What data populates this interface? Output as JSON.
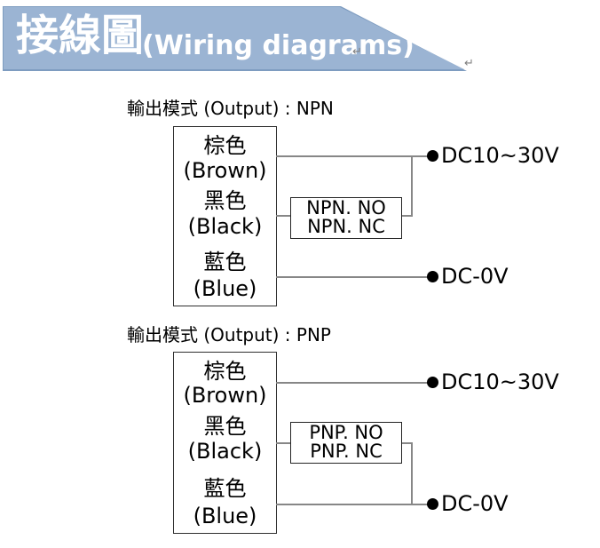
{
  "header": {
    "title_zh": "接線圖",
    "title_en": "(Wiring diagrams)",
    "paragraph_mark": "↵"
  },
  "colors": {
    "banner": "#9bb4d3",
    "banner_edge": "#7e9cc0",
    "wire": "#878787",
    "box_border": "#2f2f2f",
    "terminal_dot": "#000000",
    "header_text": "#ffffff"
  },
  "diagrams": [
    {
      "title": "輸出模式 (Output) : NPN",
      "terminals": [
        {
          "zh": "棕色",
          "en": "(Brown)"
        },
        {
          "zh": "黑色",
          "en": "(Black)"
        },
        {
          "zh": "藍色",
          "en": "(Blue)"
        }
      ],
      "output_modes": [
        "NPN. NO",
        "NPN. NC"
      ],
      "supply_positive": "DC10~30V",
      "supply_negative": "DC-0V"
    },
    {
      "title": "輸出模式 (Output) : PNP",
      "terminals": [
        {
          "zh": "棕色",
          "en": "(Brown)"
        },
        {
          "zh": "黑色",
          "en": "(Black)"
        },
        {
          "zh": "藍色",
          "en": "(Blue)"
        }
      ],
      "output_modes": [
        "PNP. NO",
        "PNP. NC"
      ],
      "supply_positive": "DC10~30V",
      "supply_negative": "DC-0V"
    }
  ]
}
